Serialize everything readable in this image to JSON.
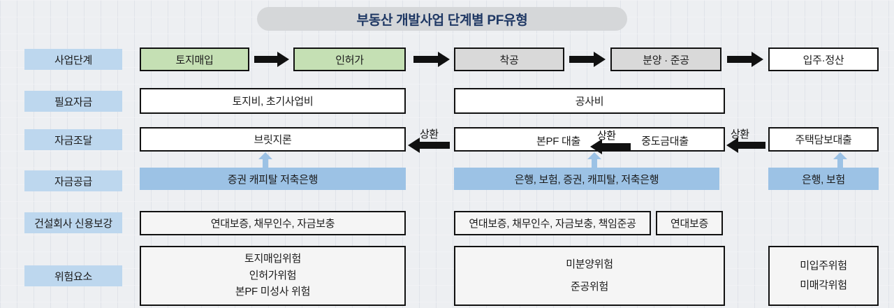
{
  "title": "부동산 개발사업 단계별 PF유형",
  "row_labels": {
    "stage": "사업단계",
    "required_funds": "필요자금",
    "financing": "자금조달",
    "fund_supply": "자금공급",
    "credit_enhancement": "건설회사 신용보강",
    "risk_factors": "위험요소"
  },
  "stages": [
    "토지매입",
    "인허가",
    "착공",
    "분양 · 준공",
    "입주·정산"
  ],
  "required_funds": [
    "토지비, 초기사업비",
    "공사비"
  ],
  "financing": {
    "bridge_loan": "브릿지론",
    "main_pf_loan": "본PF 대출",
    "interim_payment_loan": "중도금대출",
    "mortgage_loan": "주택담보대출",
    "repayment": "상환"
  },
  "fund_supply": [
    "증권 캐피탈 저축은행",
    "은행, 보험, 증권, 캐피탈, 저축은행",
    "은행, 보험"
  ],
  "credit_enhancement": [
    "연대보증, 채무인수, 자금보충",
    "연대보증, 채무인수, 자금보충, 책임준공",
    "연대보증"
  ],
  "risk_factors": {
    "stage1": [
      "토지매입위험",
      "인허가위험",
      "본PF 미성사 위험"
    ],
    "stage2": [
      "미분양위험",
      "준공위험"
    ],
    "stage3": [
      "미입주위험",
      "미매각위험"
    ]
  },
  "colors": {
    "background": "#edeff2",
    "label_bg": "#bdd7ee",
    "stage_green_bg": "#c5e0b4",
    "stage_gray_bg": "#d9d9d9",
    "supply_blue_bg": "#9cc2e5",
    "title_bg": "#d5d7d9",
    "title_text": "#1f3864",
    "arrow_black": "#111111"
  }
}
